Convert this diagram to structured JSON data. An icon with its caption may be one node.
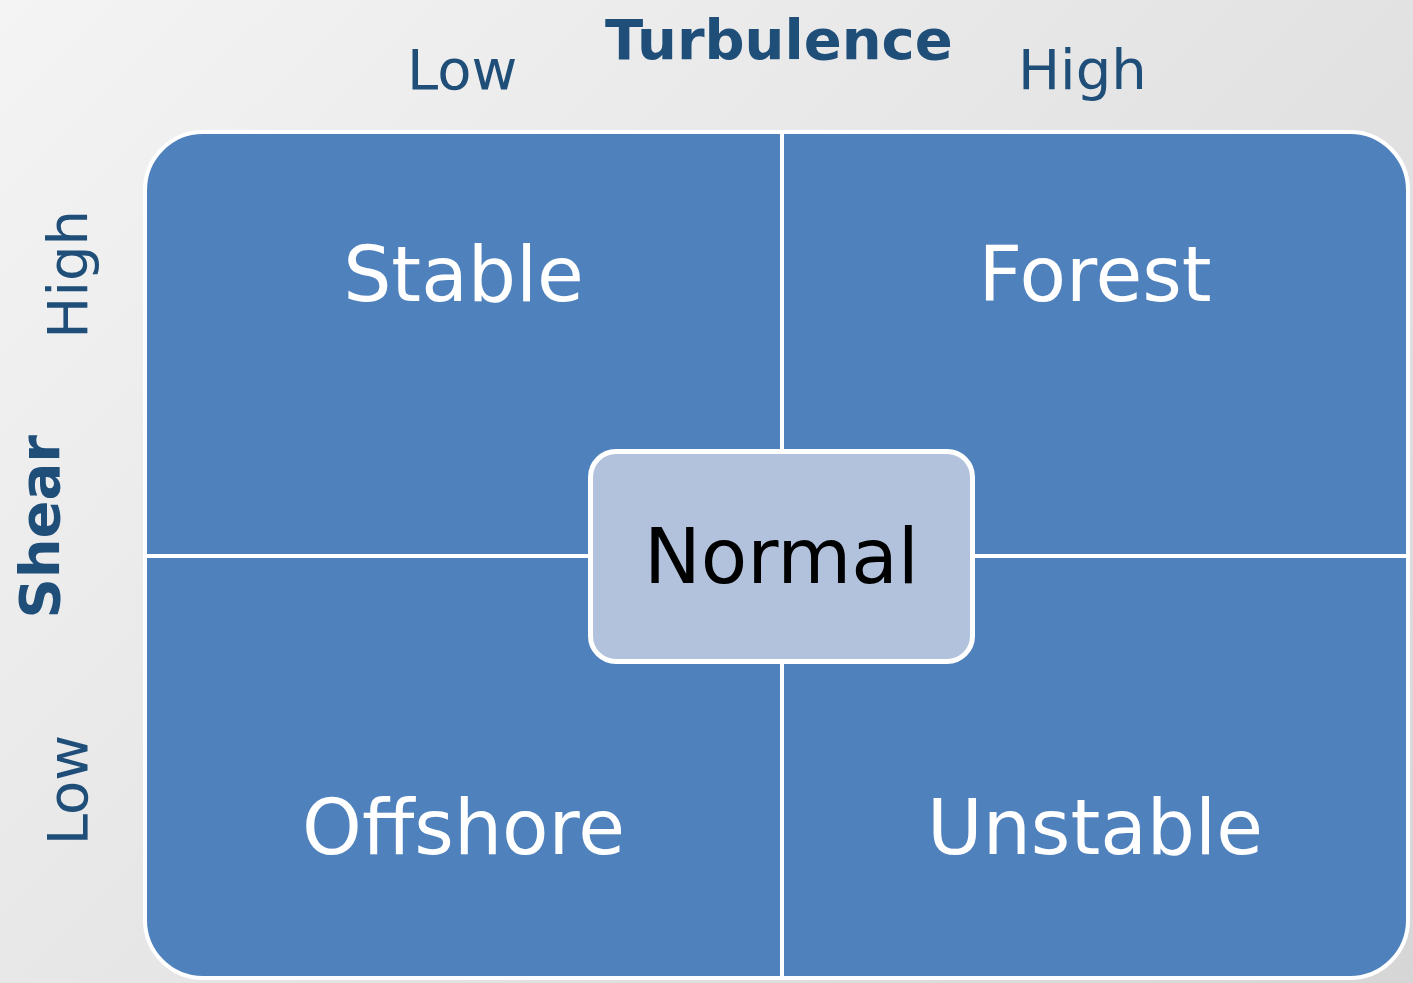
{
  "diagram": {
    "nodes": [
      {
        "text": [
          "Stable"
        ]
      },
      {
        "text": [
          "Forest"
        ]
      },
      {
        "text": [
          "Offshore"
        ]
      },
      {
        "text": [
          "Unstable"
        ]
      },
      {
        "text": [
          "Normal"
        ]
      }
    ],
    "edges": [],
    "labels": [
      "Turbulence",
      "Low",
      "High",
      "Shear",
      "High",
      "Low"
    ]
  }
}
